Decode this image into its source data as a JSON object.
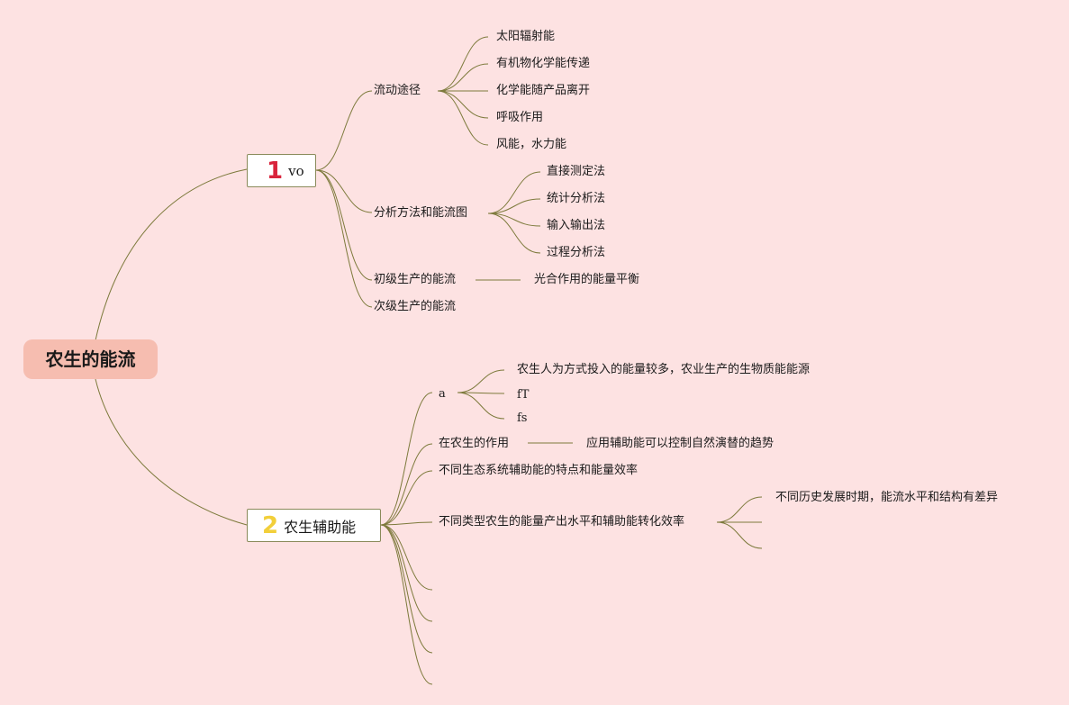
{
  "root": {
    "title": "农生的能流"
  },
  "branch1": {
    "number": "1",
    "title": "vo",
    "children": [
      {
        "label": "流动途径",
        "children": [
          "太阳辐射能",
          "有机物化学能传递",
          "化学能随产品离开",
          "呼吸作用",
          "风能，水力能"
        ]
      },
      {
        "label": "分析方法和能流图",
        "children": [
          "直接测定法",
          "统计分析法",
          "输入输出法",
          "过程分析法"
        ]
      },
      {
        "label": "初级生产的能流",
        "children": [
          "光合作用的能量平衡"
        ]
      },
      {
        "label": "次级生产的能流"
      }
    ]
  },
  "branch2": {
    "number": "2",
    "title": "农生辅助能",
    "children": [
      {
        "label": "a",
        "children": [
          "农生人为方式投入的能量较多，农业生产的生物质能能源",
          "fT",
          "fs"
        ]
      },
      {
        "label": "在农生的作用",
        "children": [
          "应用辅助能可以控制自然演替的趋势"
        ]
      },
      {
        "label": "不同生态系统辅助能的特点和能量效率"
      },
      {
        "label": "不同类型农生的能量产出水平和辅助能转化效率",
        "children": [
          "不同历史发展时期，能流水平和结构有差异",
          "",
          ""
        ]
      },
      {
        "label": ""
      },
      {
        "label": ""
      },
      {
        "label": ""
      },
      {
        "label": ""
      }
    ]
  },
  "colors": {
    "background": "#fde2e2",
    "root_fill": "#f6bdb0",
    "line": "#7d7a3c"
  }
}
